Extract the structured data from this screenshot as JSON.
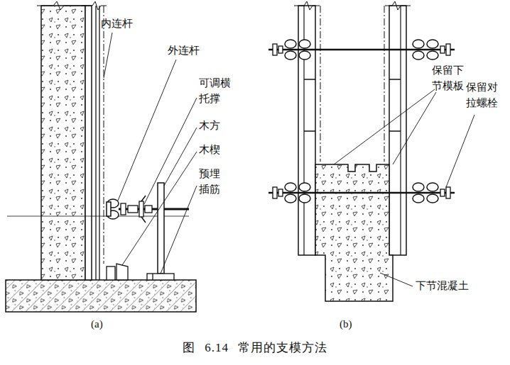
{
  "diagram": {
    "caption": "图 6.14 常用的支模方法",
    "labels": [
      "内连杆",
      "外连杆",
      "可调横 托撑",
      "木方",
      "木楔",
      "预埋 插筋",
      "(a)",
      "保留下 节模板",
      "保留对 拉螺栓",
      "下节混凝土",
      "(b)"
    ]
  }
}
